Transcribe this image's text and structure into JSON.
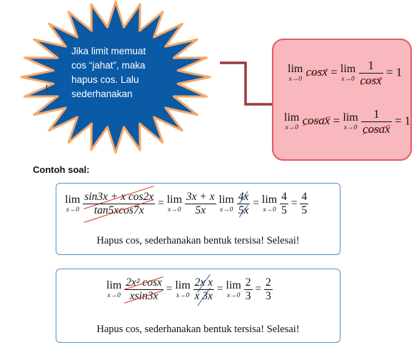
{
  "callout": {
    "lines": [
      "Jika limit memuat",
      "cos “jahat”, maka",
      "hapus  cos.  Lalu",
      "sederhanakan"
    ]
  },
  "rule_box": {
    "row1": {
      "lim": "lim",
      "under": "x→0",
      "expr": "cosx",
      "eq": "=",
      "num": "1",
      "den": "cosx",
      "result": "= 1"
    },
    "row2": {
      "lim": "lim",
      "under": "x→0",
      "expr": "cosax",
      "eq": "=",
      "num": "1",
      "den": "cosax",
      "result": "= 1"
    }
  },
  "section_label": "Contoh soal:",
  "example1": {
    "lim": "lim",
    "under": "x→0",
    "num": "sin3x + x cos2x",
    "den": "tan5xcos7x",
    "step2_num": "3x + x",
    "step2_den": "5x",
    "step3_num": "4x",
    "step3_den": "5x",
    "step4_num": "4",
    "step4_den": "5",
    "result_num": "4",
    "result_den": "5",
    "note": "Hapus cos, sederhanakan bentuk tersisa! Selesai!"
  },
  "example2": {
    "lim": "lim",
    "under": "x→0",
    "num": "2x² cosx",
    "den": "xsin3x",
    "step2_num": "2x x",
    "step2_den": "x 3x",
    "step3_num": "2",
    "step3_den": "3",
    "result_num": "2",
    "result_den": "3",
    "note": "Hapus cos, sederhanakan bentuk tersisa! Selesai!"
  },
  "colors": {
    "burst_fill": "#0b5aa6",
    "burst_stroke": "#f6a86b",
    "rule_fill": "#f8b8bd",
    "rule_border": "#e35a62",
    "box_border": "#5b8fcb",
    "strike_red": "#d9322b"
  }
}
